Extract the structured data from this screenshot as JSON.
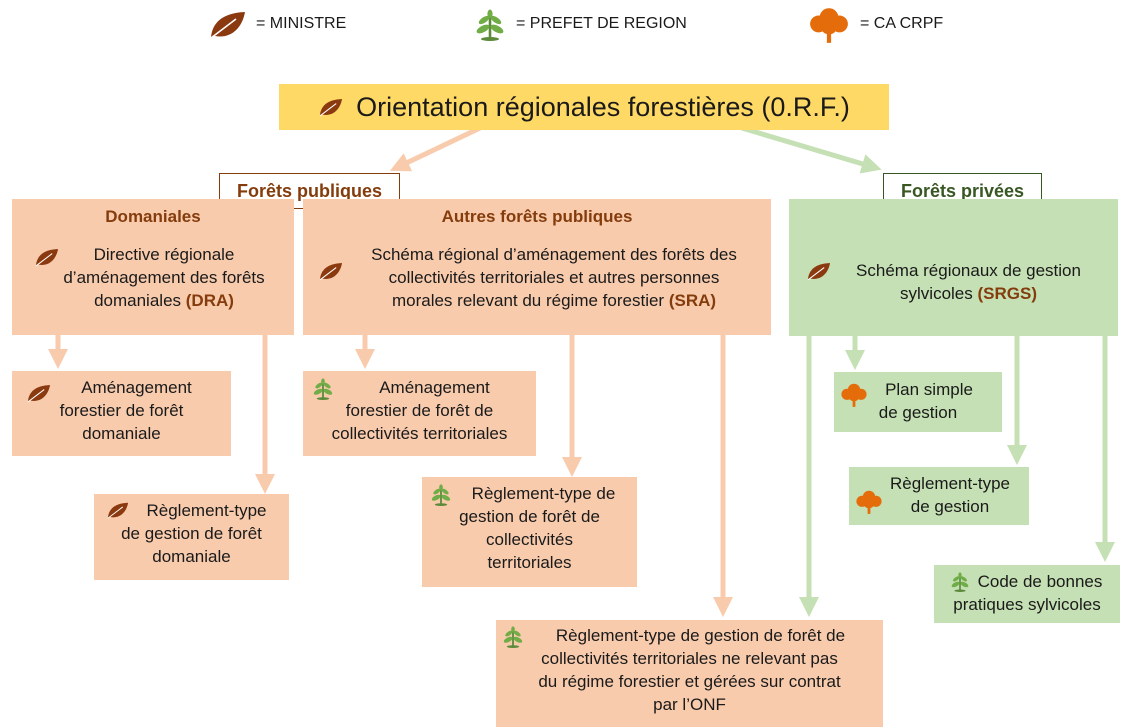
{
  "legend": [
    {
      "icon": "leaf-icon",
      "label": "= MINISTRE"
    },
    {
      "icon": "sprout-icon",
      "label": "= PREFET DE REGION"
    },
    {
      "icon": "tree-icon",
      "label": "= CA CRPF"
    }
  ],
  "title": {
    "text": "Orientation régionales forestières (0.R.F.)",
    "icon": "leaf-icon"
  },
  "sections": {
    "public": "Forêts publiques",
    "private": "Forêts privées"
  },
  "columns": {
    "domaniales": {
      "header": "Domaniales",
      "line1": "Directive régionale",
      "line2": "d’aménagement des forêts",
      "line3_prefix": "domaniales ",
      "code": "(DRA)"
    },
    "autres": {
      "header": "Autres forêts publiques",
      "line1": "Schéma régional d’aménagement des forêts des",
      "line2": "collectivités territoriales et autres personnes",
      "line3_prefix": "morales relevant du régime forestier ",
      "code": "(SRA)"
    },
    "privees": {
      "line1": "Schéma régionaux de gestion",
      "line2_prefix": "sylvicoles ",
      "code": "(SRGS)"
    }
  },
  "boxes": {
    "amenagement_domaniale": [
      "Aménagement",
      "forestier de forêt",
      "domaniale"
    ],
    "reglement_domaniale": [
      "Règlement-type",
      "de gestion de forêt",
      "domaniale"
    ],
    "amenagement_collectivites": [
      "Aménagement",
      "forestier de forêt de",
      "collectivités territoriales"
    ],
    "reglement_collectivites": [
      "Règlement-type de",
      "gestion de forêt de",
      "collectivités",
      "territoriales"
    ],
    "reglement_onf": [
      "Règlement-type de gestion de forêt de",
      "collectivités territoriales ne relevant pas",
      "du régime forestier et gérées sur contrat",
      "par l’ONF"
    ],
    "plan_simple": [
      "Plan simple",
      "de gestion"
    ],
    "reglement_type_gestion": [
      "Règlement-type",
      "de gestion"
    ],
    "code_bonnes": [
      "Code de bonnes",
      "pratiques sylvicoles"
    ]
  },
  "colors": {
    "orange_fill": "#f8cbad",
    "green_fill": "#c5e0b4",
    "title_fill": "#ffd966",
    "brown_text": "#843c0c",
    "green_text": "#385723"
  }
}
